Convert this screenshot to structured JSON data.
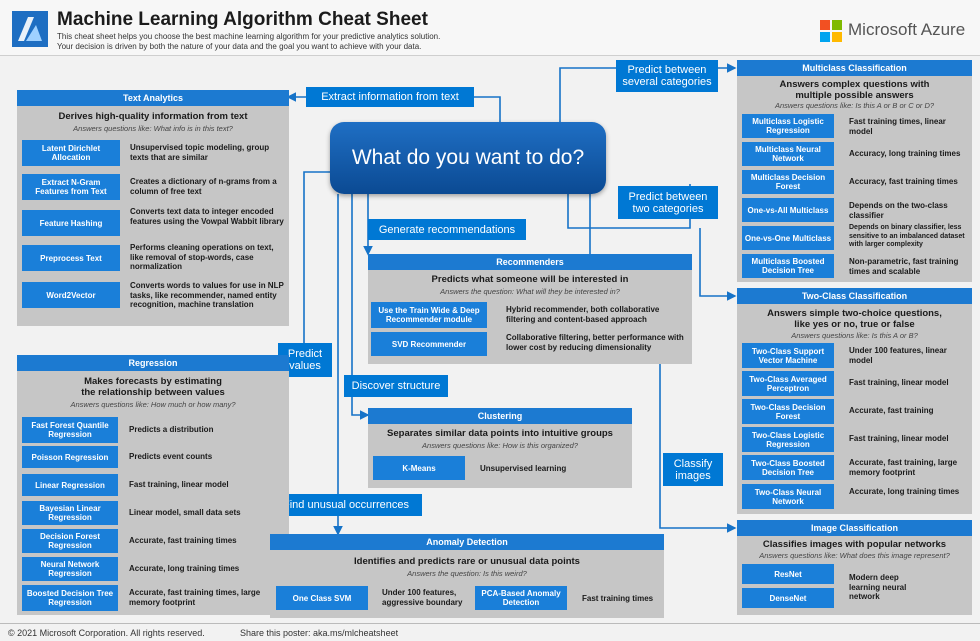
{
  "header": {
    "title": "Machine Learning Algorithm Cheat Sheet",
    "subtitle_1": "This cheat sheet helps you choose the best machine learning algorithm for your predictive analytics solution.",
    "subtitle_2": "Your decision is driven by both the nature of your data and the goal you want to achieve with your data.",
    "brand": "Microsoft Azure",
    "ms_colors": [
      "#f25022",
      "#7fba00",
      "#00a4ef",
      "#ffb900"
    ]
  },
  "center": "What do you want to do?",
  "labels": {
    "extract": "Extract information from text",
    "predict_cat": "Predict between several categories",
    "predict_two": "Predict between two categories",
    "recommend": "Generate recommendations",
    "predict_values": "Predict values",
    "discover": "Discover structure",
    "classify": "Classify images",
    "unusual": "Find unusual occurrences"
  },
  "text_analytics": {
    "title": "Text Analytics",
    "head": "Derives high-quality information from text",
    "sub": "Answers questions like: What info is in this text?",
    "items": [
      {
        "name": "Latent Dirichlet Allocation",
        "desc": "Unsupervised topic modeling, group texts that are similar"
      },
      {
        "name": "Extract N-Gram Features from Text",
        "desc": "Creates a dictionary of n-grams from a column of free text"
      },
      {
        "name": "Feature Hashing",
        "desc": "Converts text data to integer encoded features using the Vowpal Wabbit library"
      },
      {
        "name": "Preprocess Text",
        "desc": "Performs cleaning operations on text, like removal of stop-words, case normalization"
      },
      {
        "name": "Word2Vector",
        "desc": "Converts words to values for use in NLP tasks, like recommender, named entity recognition, machine translation"
      }
    ]
  },
  "regression": {
    "title": "Regression",
    "head": "Makes forecasts by estimating the relationship between values",
    "sub": "Answers questions like: How much or how many?",
    "items": [
      {
        "name": "Fast Forest Quantile Regression",
        "desc": "Predicts a distribution"
      },
      {
        "name": "Poisson Regression",
        "desc": "Predicts event counts"
      },
      {
        "name": "Linear Regression",
        "desc": "Fast training, linear model"
      },
      {
        "name": "Bayesian Linear Regression",
        "desc": "Linear model, small data sets"
      },
      {
        "name": "Decision Forest Regression",
        "desc": "Accurate, fast training times"
      },
      {
        "name": "Neural Network Regression",
        "desc": "Accurate, long training times"
      },
      {
        "name": "Boosted Decision Tree Regression",
        "desc": "Accurate, fast training times, large memory footprint"
      }
    ]
  },
  "recommenders": {
    "title": "Recommenders",
    "head": "Predicts what someone will be interested in",
    "sub": "Answers the question: What will they be interested in?",
    "items": [
      {
        "name": "Use the Train Wide & Deep Recommender module",
        "desc": "Hybrid recommender, both collaborative filtering and content-based approach"
      },
      {
        "name": "SVD Recommender",
        "desc": "Collaborative filtering, better performance with lower cost by reducing dimensionality"
      }
    ]
  },
  "clustering": {
    "title": "Clustering",
    "head": "Separates similar data points into intuitive groups",
    "sub": "Answers questions like: How is this organized?",
    "items": [
      {
        "name": "K-Means",
        "desc": "Unsupervised learning"
      }
    ]
  },
  "anomaly": {
    "title": "Anomaly Detection",
    "head": "Identifies and predicts rare or unusual data points",
    "sub": "Answers the question: Is this weird?",
    "items": [
      {
        "name": "One Class SVM",
        "desc": "Under 100 features, aggressive boundary"
      },
      {
        "name": "PCA-Based Anomaly Detection",
        "desc": "Fast training times"
      }
    ]
  },
  "multiclass": {
    "title": "Multiclass Classification",
    "head": "Answers complex questions with multiple possible answers",
    "sub": "Answers questions like: Is this A or B or C or D?",
    "items": [
      {
        "name": "Multiclass Logistic Regression",
        "desc": "Fast training times, linear model"
      },
      {
        "name": "Multiclass Neural Network",
        "desc": "Accuracy, long training times"
      },
      {
        "name": "Multiclass Decision Forest",
        "desc": "Accuracy, fast training times"
      },
      {
        "name": "One-vs-All Multiclass",
        "desc": "Depends on the two-class classifier"
      },
      {
        "name": "One-vs-One Multiclass",
        "desc": "Depends on binary classifier, less sensitive to an imbalanced dataset with larger complexity"
      },
      {
        "name": "Multiclass Boosted Decision Tree",
        "desc": "Non-parametric, fast training times and scalable"
      }
    ]
  },
  "twoclass": {
    "title": "Two-Class Classification",
    "head": "Answers simple two-choice questions, like yes or no, true or false",
    "sub": "Answers questions like: Is this A or B?",
    "items": [
      {
        "name": "Two-Class Support Vector Machine",
        "desc": "Under 100 features, linear model"
      },
      {
        "name": "Two-Class Averaged Perceptron",
        "desc": "Fast training, linear model"
      },
      {
        "name": "Two-Class Decision Forest",
        "desc": "Accurate, fast training"
      },
      {
        "name": "Two-Class Logistic Regression",
        "desc": "Fast training, linear model"
      },
      {
        "name": "Two-Class Boosted Decision Tree",
        "desc": "Accurate, fast training, large memory footprint"
      },
      {
        "name": "Two-Class Neural Network",
        "desc": "Accurate, long training times"
      }
    ]
  },
  "image": {
    "title": "Image Classification",
    "head": "Classifies images with popular networks",
    "sub": "Answers questions like: What does this image represent?",
    "items": [
      {
        "name": "ResNet"
      },
      {
        "name": "DenseNet"
      }
    ],
    "desc": "Modern deep learning neural network"
  },
  "footer": {
    "copyright": "© 2021 Microsoft Corporation. All rights reserved.",
    "share": "Share this poster: aka.ms/mlcheatsheet"
  }
}
